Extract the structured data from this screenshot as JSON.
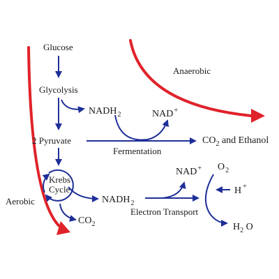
{
  "labels": {
    "glucose": "Glucose",
    "glycolysis": "Glycolysis",
    "nadh_top_main": "NADH",
    "nadh_top_sub": "2",
    "nad_top_main": "NAD",
    "nad_top_sup": "+",
    "pyruvate": "2 Pyruvate",
    "co2_top_main": "CO",
    "co2_top_sub": "2",
    "co2_top_rest": " and Ethanol",
    "fermentation": "Fermentation",
    "anaerobic": "Anaerobic",
    "aerobic": "Aerobic",
    "krebs_line1": "Krebs",
    "krebs_line2": "Cycle",
    "nadh_bottom_main": "NADH",
    "nadh_bottom_sub": "2",
    "nad_bottom_main": "NAD",
    "nad_bottom_sup": "+",
    "o2_main": "O",
    "o2_sub": "2",
    "h_main": "H",
    "h_sup": "+",
    "h2o_h": "H",
    "h2o_sub": "2",
    "h2o_o": " O",
    "co2_bottom_main": "CO",
    "co2_bottom_sub": "2",
    "electron_transport": "Electron Transport"
  },
  "colors": {
    "pathway_arrow": "#1f2f99",
    "route_arrow": "#e0222a",
    "text": "#1a1a1a"
  }
}
